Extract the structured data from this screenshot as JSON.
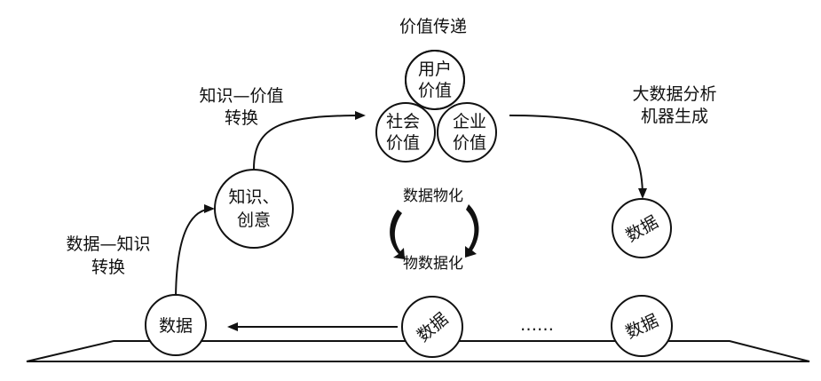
{
  "top_title": "价值传递",
  "value_circles": {
    "user": [
      "用户",
      "价值"
    ],
    "society": [
      "社会",
      "价值"
    ],
    "enterprise": [
      "企业",
      "价值"
    ]
  },
  "knowledge_value_label": [
    "知识—价值",
    "转换"
  ],
  "bigdata_label": [
    "大数据分析",
    "机器生成"
  ],
  "knowledge_circle": [
    "知识、",
    "创意"
  ],
  "data_knowledge_label": [
    "数据—知识",
    "转换"
  ],
  "cycle_labels": {
    "top": "数据物化",
    "bottom": "物数据化"
  },
  "data_label": "数据",
  "ellipsis": "……",
  "colors": {
    "ink": "#111111",
    "background": "#ffffff"
  }
}
